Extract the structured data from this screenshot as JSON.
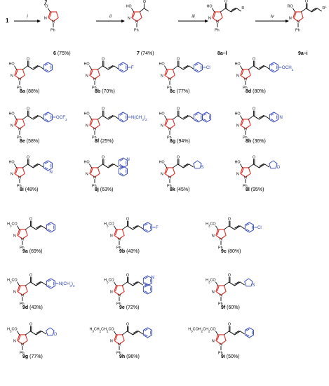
{
  "scheme": {
    "start": "1",
    "steps": [
      "i",
      "ii",
      "iii",
      "iv"
    ],
    "top": [
      {
        "id": "6",
        "yield": "(75%)"
      },
      {
        "id": "7",
        "yield": "(74%)"
      },
      {
        "id": "8a–l",
        "yield": ""
      },
      {
        "id": "9a–i",
        "yield": ""
      }
    ],
    "r_label": "R",
    "r1_label": "R",
    "r1_sup": "1",
    "ro_label": "RO",
    "common": {
      "ho": "HO",
      "n": "N",
      "ph": "Ph",
      "o": "O"
    }
  },
  "compounds": [
    {
      "id": "8a",
      "yield": "(88%)",
      "sub": "phenyl",
      "sublabel": ""
    },
    {
      "id": "8b",
      "yield": "(70%)",
      "sub": "aryl",
      "sublabel": "F"
    },
    {
      "id": "8c",
      "yield": "(77%)",
      "sub": "aryl",
      "sublabel": "Cl"
    },
    {
      "id": "8d",
      "yield": "(80%)",
      "sub": "aryl",
      "sublabel": "OCH3"
    },
    {
      "id": "8e",
      "yield": "(58%)",
      "sub": "aryl",
      "sublabel": "OCF3"
    },
    {
      "id": "8f",
      "yield": "(25%)",
      "sub": "aryl",
      "sublabel": "N(CH3)2"
    },
    {
      "id": "8g",
      "yield": "(94%)",
      "sub": "naphthyl",
      "sublabel": ""
    },
    {
      "id": "8h",
      "yield": "(36%)",
      "sub": "pyridin-4-yl",
      "sublabel": "N"
    },
    {
      "id": "8i",
      "yield": "(48%)",
      "sub": "pyridin-3-yl",
      "sublabel": "N"
    },
    {
      "id": "8j",
      "yield": "(63%)",
      "sub": "quinolinyl",
      "sublabel": "N"
    },
    {
      "id": "8k",
      "yield": "(45%)",
      "sub": "thienyl",
      "sublabel": "S"
    },
    {
      "id": "8l",
      "yield": "(95%)",
      "sub": "furyl",
      "sublabel": "O"
    },
    {
      "id": "9a",
      "yield": "(69%)",
      "sub": "phenyl",
      "sublabel": "",
      "ro": "H3CO"
    },
    {
      "id": "9b",
      "yield": "(43%)",
      "sub": "aryl",
      "sublabel": "F",
      "ro": "H3CO"
    },
    {
      "id": "9c",
      "yield": "(80%)",
      "sub": "aryl",
      "sublabel": "Cl",
      "ro": "H3CO"
    },
    {
      "id": "9d",
      "yield": "(43%)",
      "sub": "aryl",
      "sublabel": "N(CH3)2",
      "ro": "H3CO"
    },
    {
      "id": "9e",
      "yield": "(72%)",
      "sub": "quinolinyl",
      "sublabel": "N",
      "ro": "H3CO"
    },
    {
      "id": "9f",
      "yield": "(60%)",
      "sub": "thienyl",
      "sublabel": "S",
      "ro": "H3CO"
    },
    {
      "id": "9g",
      "yield": "(77%)",
      "sub": "furyl",
      "sublabel": "O",
      "ro": "H3CO"
    },
    {
      "id": "9h",
      "yield": "(96%)",
      "sub": "phenyl",
      "sublabel": "",
      "ro": "H3CH2CH2CO"
    },
    {
      "id": "9i",
      "yield": "(50%)",
      "sub": "phenyl",
      "sublabel": "",
      "ro": "H3COH2CH2CO"
    }
  ]
}
